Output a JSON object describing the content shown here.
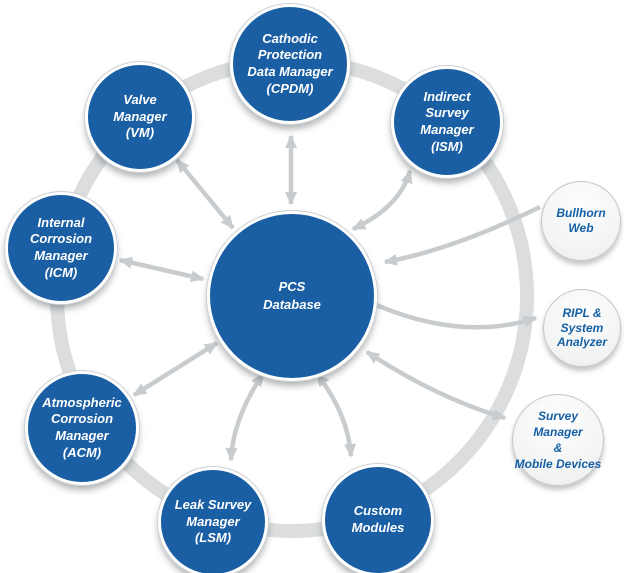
{
  "diagram": {
    "type": "hub-and-spoke",
    "center": {
      "id": "pcs",
      "label": "PCS\nDatabase"
    },
    "nodes": {
      "cpdm": {
        "label": "Cathodic\nProtection\nData Manager\n(CPDM)",
        "kind": "module"
      },
      "ism": {
        "label": "Indirect\nSurvey\nManager\n(ISM)",
        "kind": "module"
      },
      "vm": {
        "label": "Valve\nManager\n(VM)",
        "kind": "module"
      },
      "icm": {
        "label": "Internal\nCorrosion\nManager\n(ICM)",
        "kind": "module"
      },
      "acm": {
        "label": "Atmospheric\nCorrosion\nManager\n(ACM)",
        "kind": "module"
      },
      "lsm": {
        "label": "Leak Survey\nManager\n(LSM)",
        "kind": "module"
      },
      "custom": {
        "label": "Custom\nModules",
        "kind": "module"
      },
      "bullhorn": {
        "label": "Bullhorn\nWeb",
        "kind": "external"
      },
      "ripl": {
        "label": "RIPL &\nSystem\nAnalyzer",
        "kind": "external"
      },
      "survey": {
        "label": "Survey Manager\n&\nMobile Devices",
        "kind": "external"
      }
    },
    "connections": [
      {
        "from": "cpdm",
        "to": "pcs",
        "direction": "bidirectional"
      },
      {
        "from": "ism",
        "to": "pcs",
        "direction": "bidirectional"
      },
      {
        "from": "vm",
        "to": "pcs",
        "direction": "bidirectional"
      },
      {
        "from": "icm",
        "to": "pcs",
        "direction": "bidirectional"
      },
      {
        "from": "acm",
        "to": "pcs",
        "direction": "bidirectional"
      },
      {
        "from": "lsm",
        "to": "pcs",
        "direction": "bidirectional"
      },
      {
        "from": "custom",
        "to": "pcs",
        "direction": "bidirectional"
      },
      {
        "from": "bullhorn",
        "to": "pcs",
        "direction": "one-way"
      },
      {
        "from": "pcs",
        "to": "ripl",
        "direction": "one-way"
      },
      {
        "from": "survey",
        "to": "pcs",
        "direction": "bidirectional"
      }
    ]
  },
  "colors": {
    "node-blue": "#1a5fa3",
    "node-text": "#ffffff",
    "external-text": "#1560a5",
    "ring": "#dbddde",
    "arrow": "#c9ccce"
  }
}
